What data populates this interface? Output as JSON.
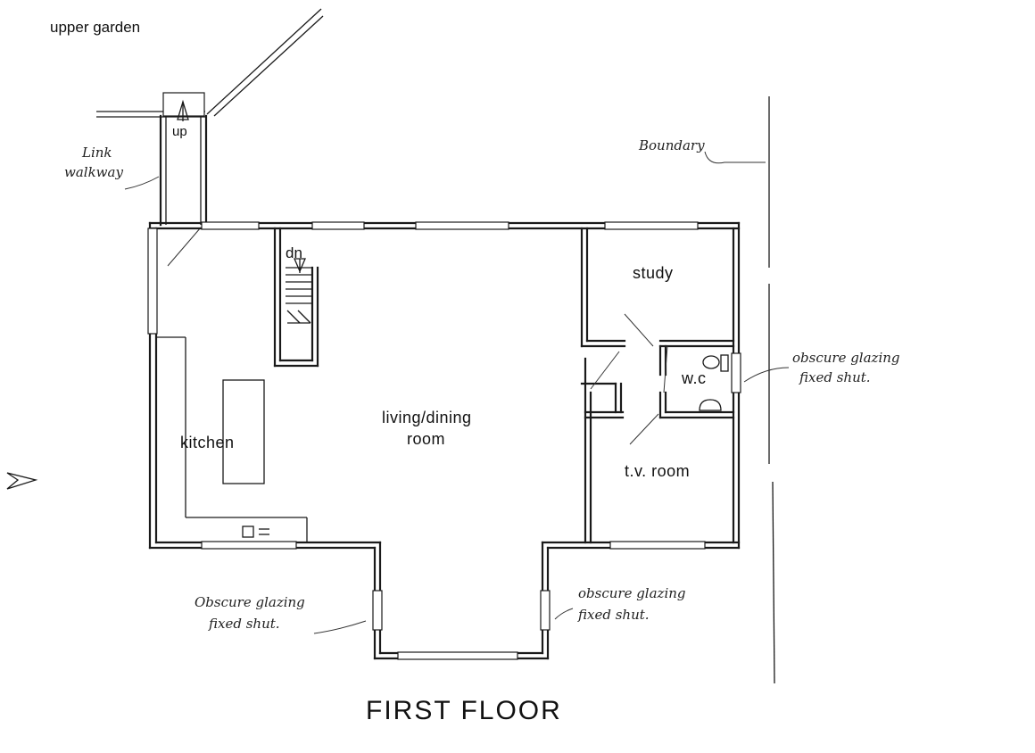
{
  "drawing": {
    "title": "FIRST FLOOR",
    "site_label": "upper garden",
    "rooms": {
      "study": "study",
      "wc": "w.c",
      "tv_room": "t.v. room",
      "living_line1": "living/dining",
      "living_line2": "room",
      "kitchen": "kitchen"
    },
    "stairs": {
      "up": "up",
      "down": "dn"
    },
    "annotations": {
      "link_line1": "Link",
      "link_line2": "walkway",
      "boundary": "Boundary",
      "glazing_wc_line1": "obscure glazing",
      "glazing_wc_line2": "fixed shut.",
      "glazing_left_line1": "Obscure glazing",
      "glazing_left_line2": "fixed shut.",
      "glazing_right_line1": "obscure glazing",
      "glazing_right_line2": "fixed shut."
    }
  }
}
